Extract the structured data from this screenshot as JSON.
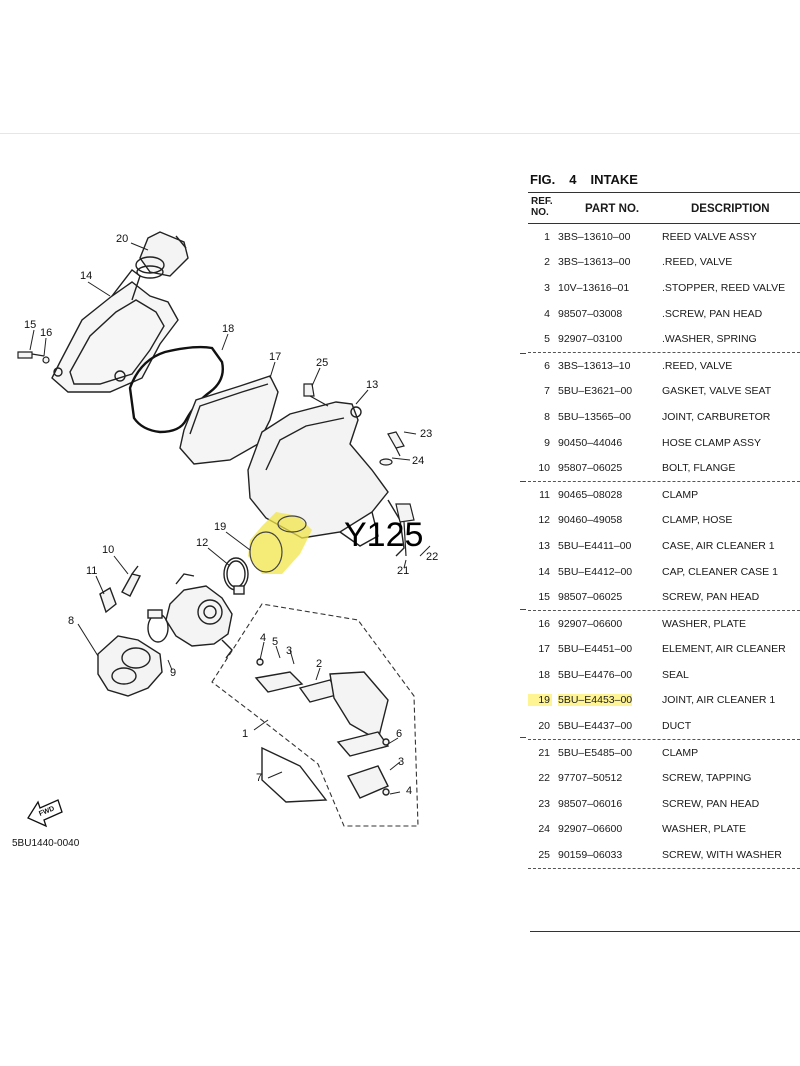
{
  "figure": {
    "fig_label": "FIG.",
    "fig_number": "4",
    "fig_name": "INTAKE"
  },
  "table_headers": {
    "ref_line1": "REF.",
    "ref_line2": "NO.",
    "part_no": "PART NO.",
    "description": "DESCRIPTION"
  },
  "groups": [
    [
      {
        "ref": "1",
        "part": "3BS–13610–00",
        "desc": "REED VALVE ASSY"
      },
      {
        "ref": "2",
        "part": "3BS–13613–00",
        "desc": ".REED, VALVE"
      },
      {
        "ref": "3",
        "part": "10V–13616–01",
        "desc": ".STOPPER, REED VALVE"
      },
      {
        "ref": "4",
        "part": "98507–03008",
        "desc": ".SCREW, PAN HEAD"
      },
      {
        "ref": "5",
        "part": "92907–03100",
        "desc": ".WASHER, SPRING"
      }
    ],
    [
      {
        "ref": "6",
        "part": "3BS–13613–10",
        "desc": ".REED, VALVE"
      },
      {
        "ref": "7",
        "part": "5BU–E3621–00",
        "desc": "GASKET, VALVE SEAT"
      },
      {
        "ref": "8",
        "part": "5BU–13565–00",
        "desc": "JOINT, CARBURETOR"
      },
      {
        "ref": "9",
        "part": "90450–44046",
        "desc": "HOSE CLAMP ASSY"
      },
      {
        "ref": "10",
        "part": "95807–06025",
        "desc": "BOLT, FLANGE"
      }
    ],
    [
      {
        "ref": "11",
        "part": "90465–08028",
        "desc": "CLAMP"
      },
      {
        "ref": "12",
        "part": "90460–49058",
        "desc": "CLAMP, HOSE"
      },
      {
        "ref": "13",
        "part": "5BU–E4411–00",
        "desc": "CASE, AIR CLEANER 1"
      },
      {
        "ref": "14",
        "part": "5BU–E4412–00",
        "desc": "CAP, CLEANER CASE 1"
      },
      {
        "ref": "15",
        "part": "98507–06025",
        "desc": "SCREW, PAN HEAD"
      }
    ],
    [
      {
        "ref": "16",
        "part": "92907–06600",
        "desc": "WASHER, PLATE"
      },
      {
        "ref": "17",
        "part": "5BU–E4451–00",
        "desc": "ELEMENT, AIR CLEANER"
      },
      {
        "ref": "18",
        "part": "5BU–E4476–00",
        "desc": "SEAL"
      },
      {
        "ref": "19",
        "part": "5BU–E4453–00",
        "desc": "JOINT, AIR CLEANER 1",
        "highlight": true
      },
      {
        "ref": "20",
        "part": "5BU–E4437–00",
        "desc": "DUCT"
      }
    ],
    [
      {
        "ref": "21",
        "part": "5BU–E5485–00",
        "desc": "CLAMP"
      },
      {
        "ref": "22",
        "part": "97707–50512",
        "desc": "SCREW, TAPPING"
      },
      {
        "ref": "23",
        "part": "98507–06016",
        "desc": "SCREW, PAN HEAD"
      },
      {
        "ref": "24",
        "part": "92907–06600",
        "desc": "WASHER, PLATE"
      },
      {
        "ref": "25",
        "part": "90159–06033",
        "desc": "SCREW, WITH WASHER"
      }
    ]
  ],
  "diagram": {
    "model_label": "Y125",
    "diagram_code": "5BU1440-0040",
    "fwd_label": "FWD",
    "callouts": [
      "20",
      "14",
      "15",
      "16",
      "18",
      "17",
      "25",
      "13",
      "23",
      "24",
      "19",
      "12",
      "10",
      "11",
      "8",
      "9",
      "21",
      "22",
      "4",
      "5",
      "3",
      "2",
      "1",
      "6",
      "7",
      "3",
      "4"
    ],
    "highlight_color": "#f2e64a"
  }
}
